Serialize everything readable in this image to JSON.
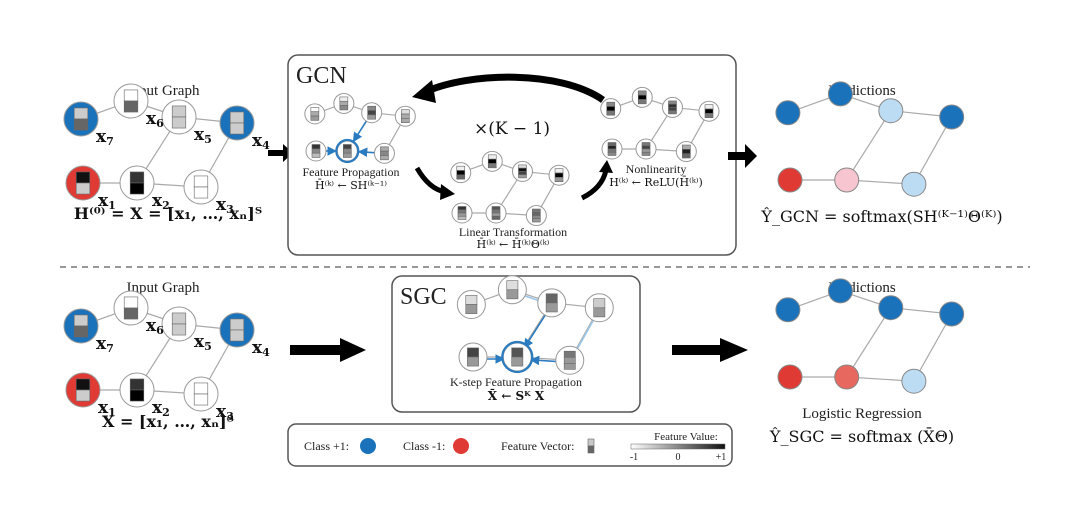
{
  "colors": {
    "class_pos": "#1a72bb",
    "class_neg": "#e03a35",
    "light_pos": "#bcdcf4",
    "light_neg": "#f7c5cf",
    "mid_neg": "#e7685f",
    "edge": "#aaaaaa",
    "highlight": "#2b7bc0",
    "highlight_light": "#9cc7ea"
  },
  "gcn_row": {
    "input_title": "Input Graph",
    "input_formula": "H⁽⁰⁾ = X = [x₁, …, xₙ]ᵀ",
    "box_title": "GCN",
    "repeat_label": "×(K − 1)",
    "step1_title": "Feature Propagation",
    "step1_formula": "H̄⁽ᵏ⁾ ← SH⁽ᵏ⁻¹⁾",
    "step2_title": "Linear Transformation",
    "step2_formula": "H̄⁽ᵏ⁾ ← H̄⁽ᵏ⁾Θ⁽ᵏ⁾",
    "step3_title": "Nonlinearity",
    "step3_formula": "H⁽ᵏ⁾ ← ReLU(H̄⁽ᵏ⁾)",
    "pred_title": "Predictions",
    "pred_formula": "Ŷ_GCN = softmax(SH⁽ᴷ⁻¹⁾Θ⁽ᴷ⁾)"
  },
  "sgc_row": {
    "input_title": "Input Graph",
    "input_formula": "X = [x₁, …, xₙ]ᵀ",
    "box_title": "SGC",
    "step_title": "K-step Feature Propagation",
    "step_formula": "X̄ ← Sᴷ X",
    "pred_title": "Predictions",
    "pred_subtitle": "Logistic Regression",
    "pred_formula": "Ŷ_SGC = softmax (X̄Θ)"
  },
  "node_labels": [
    "x1",
    "x2",
    "x3",
    "x4",
    "x5",
    "x6",
    "x7"
  ],
  "gcn_predictions": [
    "neg",
    "neg-light",
    "pos-light",
    "pos",
    "pos-light",
    "pos",
    "pos"
  ],
  "sgc_predictions": [
    "neg",
    "neg-mid",
    "pos-light",
    "pos",
    "pos",
    "pos",
    "pos"
  ],
  "legend": {
    "class_pos_label": "Class +1:",
    "class_neg_label": "Class -1:",
    "feature_vector_label": "Feature Vector:",
    "feature_value_label": "Feature Value:",
    "scale_min": "-1",
    "scale_mid": "0",
    "scale_max": "+1"
  }
}
